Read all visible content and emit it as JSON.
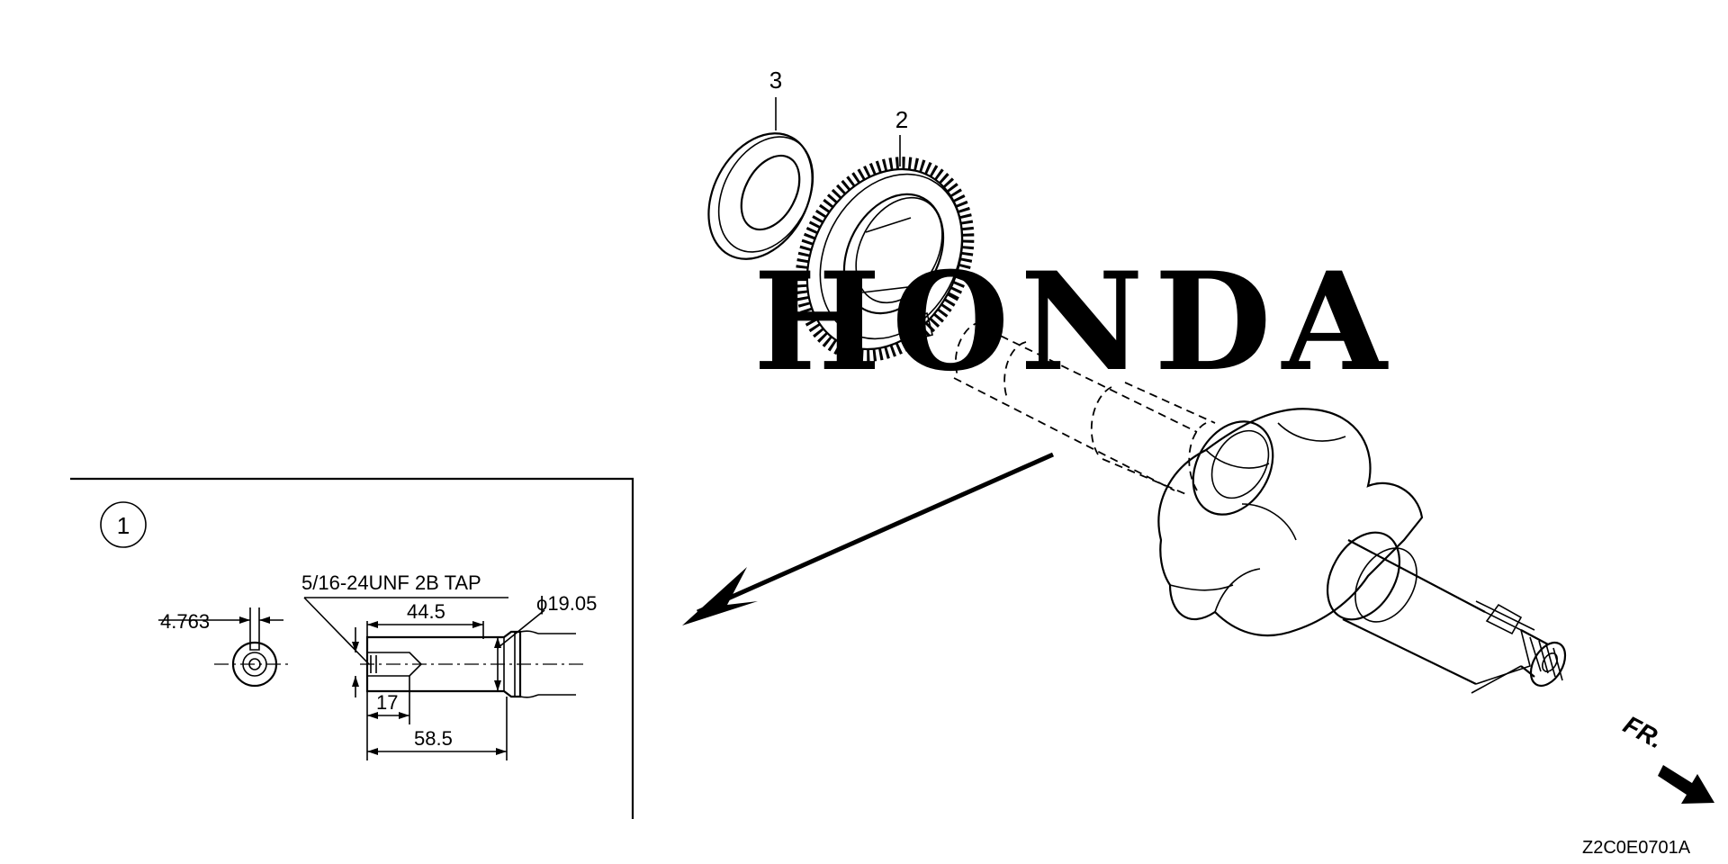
{
  "callouts": {
    "crankshaft": "1",
    "gear": "2",
    "washer": "3"
  },
  "watermark": "HONDA",
  "detail": {
    "thread_spec": "5/16-24UNF 2B TAP",
    "keyway_width": "4.763",
    "length_a": "44.5",
    "diameter": "ϕ19.05",
    "length_b": "17",
    "length_c": "58.5"
  },
  "front_marker": "FR.",
  "drawing_code": "Z2C0E0701A",
  "colors": {
    "line": "#000000",
    "watermark_dot": "#b5b5b5",
    "background": "#ffffff"
  }
}
